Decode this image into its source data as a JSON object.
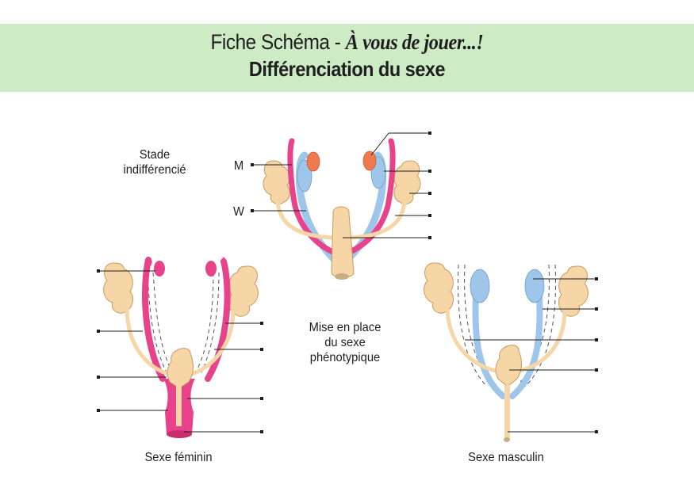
{
  "title": {
    "prefix": "Fiche Schéma - ",
    "accent": "À vous de jouer...!",
    "subtitle": "Différenciation du sexe"
  },
  "labels": {
    "indifferent_stage": [
      "Stade",
      "indifférencié"
    ],
    "phenotypic": [
      "Mise en place",
      "du sexe",
      "phénotypique"
    ],
    "female": "Sexe féminin",
    "male": "Sexe masculin",
    "duct_m": "M",
    "duct_w": "W"
  },
  "colors": {
    "banner": "#cdebc4",
    "mullerian": "#e8438a",
    "wolffian": "#9dc6ea",
    "gonad": "#f07a4f",
    "kidney": "#f6d6a6",
    "sinus": "#f6d6a6"
  }
}
